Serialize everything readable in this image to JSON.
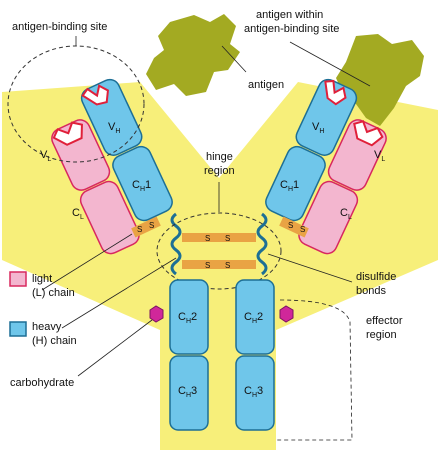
{
  "labels": {
    "antigen_binding_site": "antigen-binding site",
    "antigen_within_line1": "antigen within",
    "antigen_within_line2": "antigen-binding site",
    "antigen": "antigen",
    "hinge_line1": "hinge",
    "hinge_line2": "region",
    "light_line1": "light",
    "light_line2": "(L) chain",
    "heavy_line1": "heavy",
    "heavy_line2": "(H) chain",
    "disulfide_line1": "disulfide",
    "disulfide_line2": "bonds",
    "effector_line1": "effector",
    "effector_line2": "region",
    "carbohydrate": "carbohydrate"
  },
  "domains": {
    "VL_main": "V",
    "VL_sub": "L",
    "VH_main": "V",
    "VH_sub": "H",
    "CL_main": "C",
    "CL_sub": "L",
    "CH1_main": "C",
    "CH1_sub": "H",
    "CH1_tail": "1",
    "CH2_main": "C",
    "CH2_sub": "H",
    "CH2_tail": "2",
    "CH3_main": "C",
    "CH3_sub": "H",
    "CH3_tail": "3"
  },
  "disulfide_symbol": "S",
  "colors": {
    "background_shape": "#f7ef7a",
    "light_chain_fill": "#f3b6cf",
    "light_chain_stroke": "#d8285f",
    "heavy_chain_fill": "#6fc6ea",
    "heavy_chain_stroke": "#1d6f95",
    "antigen_fill": "#a3aa22",
    "disulfide_bond": "#e9a344",
    "carbohydrate": "#d0279a",
    "binding_site_red": "#e0203a"
  }
}
